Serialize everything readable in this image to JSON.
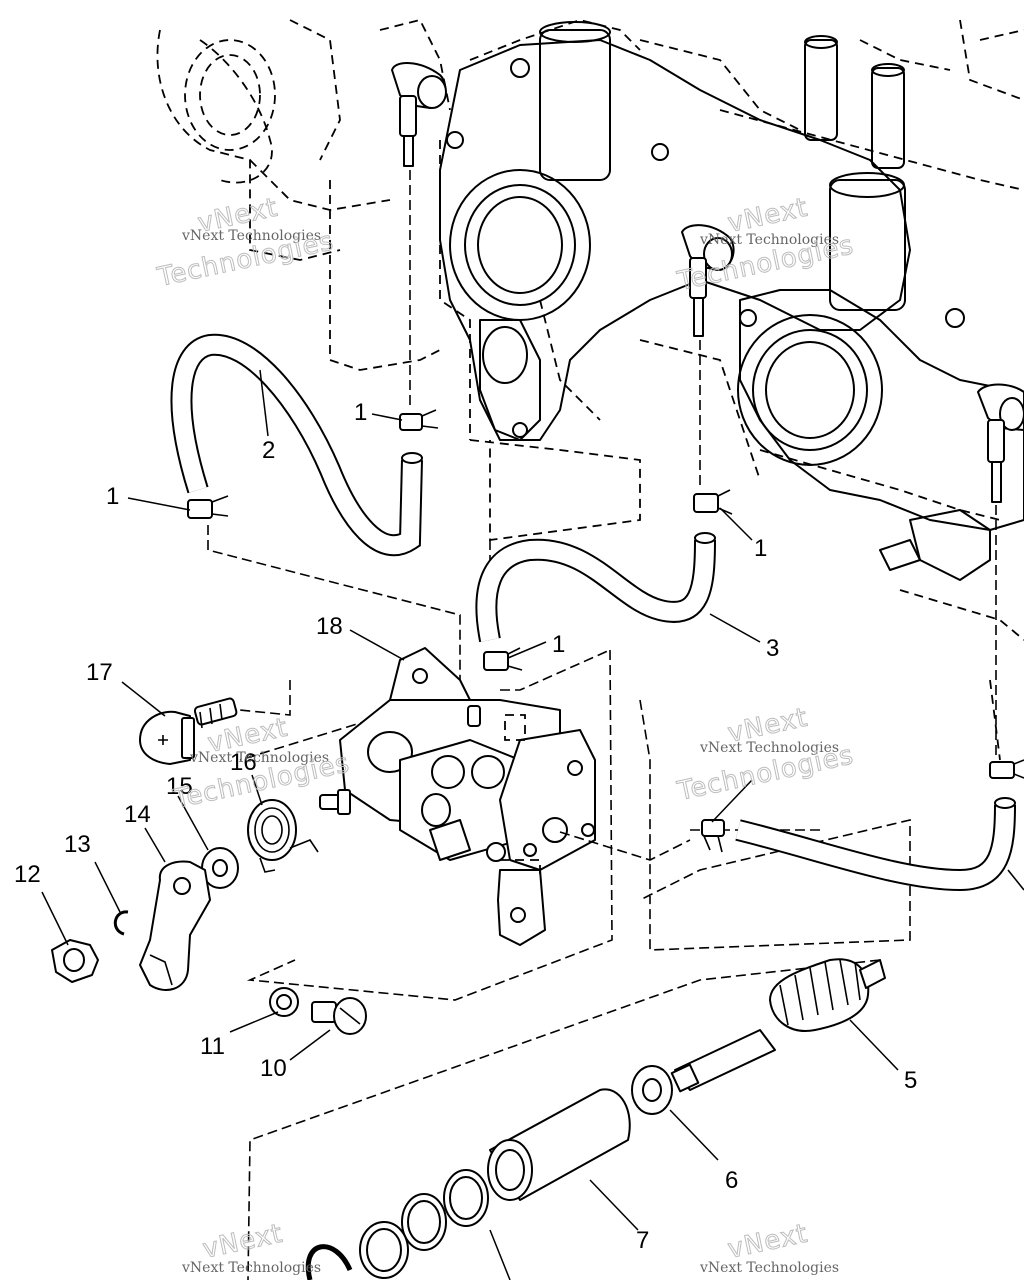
{
  "callouts": [
    {
      "label": "1"
    },
    {
      "label": "1"
    },
    {
      "label": "1"
    },
    {
      "label": "1"
    },
    {
      "label": "2"
    },
    {
      "label": "3"
    },
    {
      "label": "5"
    },
    {
      "label": "6"
    },
    {
      "label": "7"
    },
    {
      "label": "10"
    },
    {
      "label": "11"
    },
    {
      "label": "12"
    },
    {
      "label": "13"
    },
    {
      "label": "14"
    },
    {
      "label": "15"
    },
    {
      "label": "16"
    },
    {
      "label": "17"
    },
    {
      "label": "18"
    }
  ],
  "watermark": {
    "small": "vNext Technologies",
    "big_top": "vNext",
    "big_bottom": "Technologies"
  }
}
